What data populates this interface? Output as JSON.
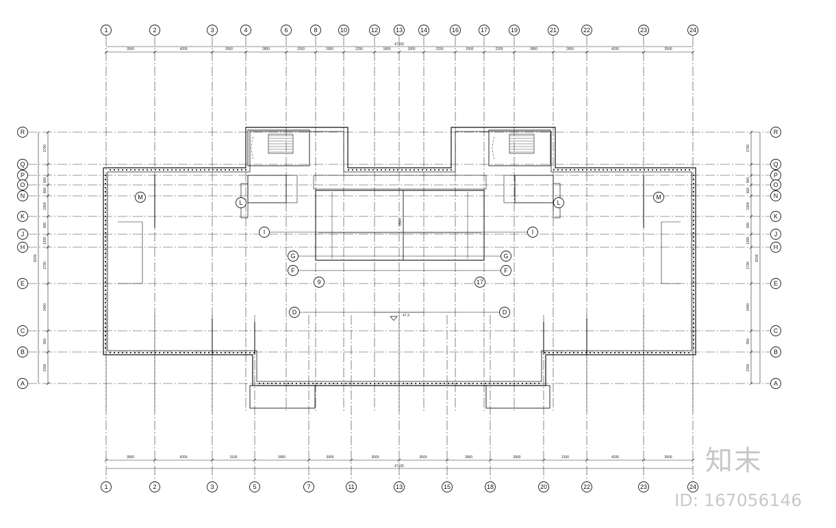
{
  "plan": {
    "columns_top": [
      "1",
      "2",
      "3",
      "4",
      "6",
      "8",
      "10",
      "12",
      "13",
      "14",
      "16",
      "17",
      "19",
      "21",
      "22",
      "23",
      "24"
    ],
    "columns_bottom": [
      "1",
      "2",
      "3",
      "5",
      "7",
      "11",
      "13",
      "15",
      "18",
      "20",
      "22",
      "23",
      "24"
    ],
    "rows": [
      "R",
      "Q",
      "P",
      "O",
      "N",
      "K",
      "J",
      "H",
      "E",
      "C",
      "B",
      "A"
    ],
    "top_dims": [
      "3500",
      "4200",
      "2650",
      "2800",
      "2200",
      "2000",
      "2250",
      "1800",
      "1800",
      "2250",
      "2000",
      "2200",
      "2800",
      "2650",
      "4200",
      "3500"
    ],
    "top_total": "47100",
    "bottom_dims": [
      "3500",
      "4200",
      "3100",
      "3900",
      "3900",
      "3500",
      "3500",
      "3900",
      "3900",
      "3100",
      "4200",
      "3500"
    ],
    "bottom_total": "47100",
    "side_dims": [
      "2700",
      "900",
      "800",
      "1900",
      "500",
      "1300",
      "2700",
      "3400",
      "950",
      "2300"
    ],
    "side_total": "8200",
    "interior_tags": [
      "M",
      "L",
      "I",
      "G",
      "F",
      "9",
      "D",
      "17"
    ],
    "elevation_mark": "47.3",
    "inner_dim": "4500"
  },
  "watermark": {
    "logo": "知末",
    "id": "ID: 167056146"
  }
}
